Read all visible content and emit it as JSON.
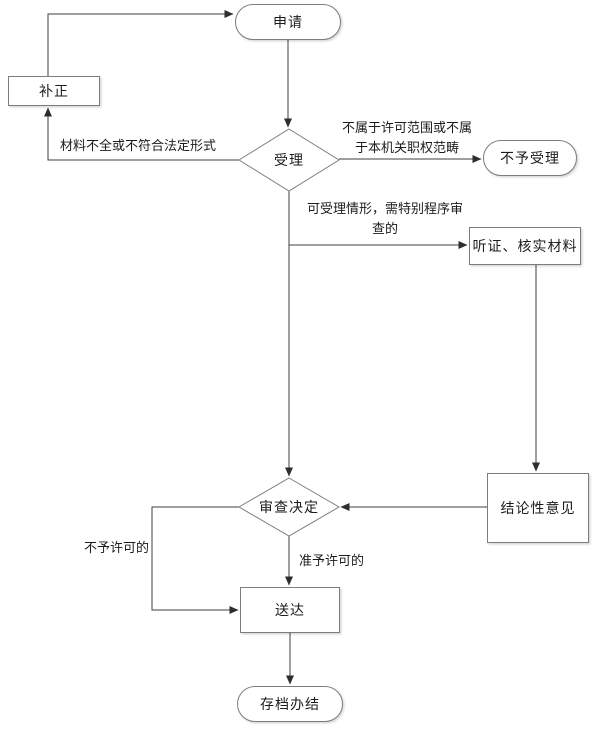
{
  "nodes": {
    "apply": {
      "label": "申请"
    },
    "correction": {
      "label": "补正"
    },
    "accept": {
      "label": "受理"
    },
    "reject": {
      "label": "不予受理"
    },
    "hearing": {
      "label": "听证、核实材料"
    },
    "conclusion": {
      "label": "结论性意见"
    },
    "decision": {
      "label": "审查决定"
    },
    "delivery": {
      "label": "送达"
    },
    "archive": {
      "label": "存档办结"
    }
  },
  "edge_labels": {
    "incomplete_materials": "材料不全或不符合法定形式",
    "out_of_scope": "不属于许可范围或不属于本机关职权范畴",
    "special_procedure": "可受理情形，需特别程序审查的",
    "not_permitted": "不予许可的",
    "permitted": "准予许可的"
  },
  "colors": {
    "shape_border": "#7d7d7d",
    "connector": "#3f3f3f",
    "background": "#ffffff",
    "text": "#1c1c1c"
  }
}
